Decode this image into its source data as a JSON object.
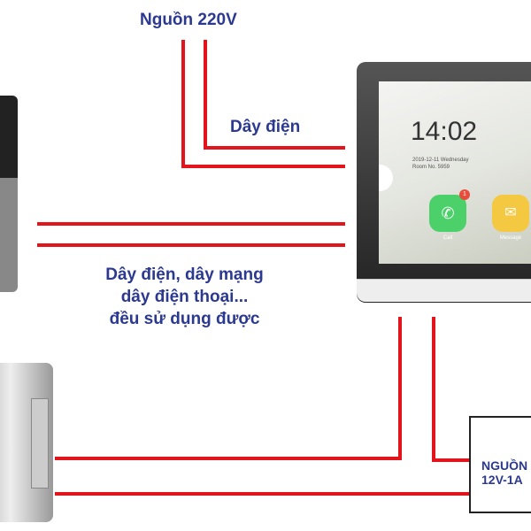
{
  "labels": {
    "power_220": "Nguồn 220V",
    "wire": "Dây điện",
    "cable_note": [
      "Dây điện, dây mạng",
      "dây điện thoại...",
      "đều sử dụng được"
    ],
    "psu": [
      "NGUỒN",
      "12V-1A"
    ]
  },
  "monitor": {
    "time": "14:02",
    "date": "2019-12-11 Wednesday",
    "room": "Room No. 5959",
    "apps": [
      {
        "name": "Call",
        "icon": "phone-icon",
        "color": "#4cd06a",
        "badge": "1"
      },
      {
        "name": "Message",
        "icon": "envelope-icon",
        "color": "#f5c842"
      }
    ]
  },
  "colors": {
    "wire": "#e3141b",
    "label": "#2b3990"
  }
}
